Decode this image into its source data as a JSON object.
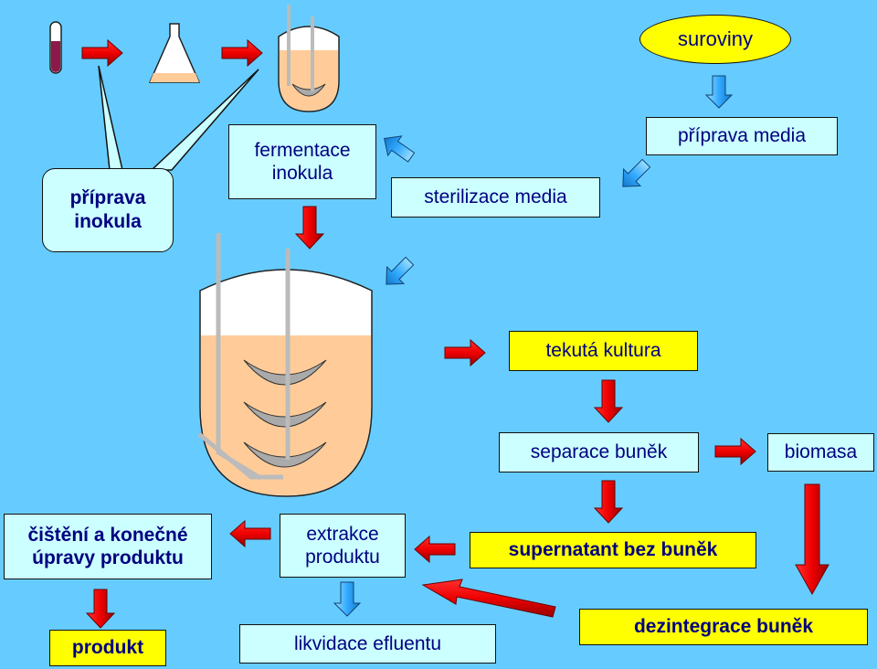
{
  "nodes": {
    "suroviny": "suroviny",
    "priprava_media": "příprava media",
    "sterilizace_media": "sterilizace media",
    "fermentace_inokula_1": "fermentace",
    "fermentace_inokula_2": "inokula",
    "priprava_inokula_1": "příprava",
    "priprava_inokula_2": "inokula",
    "tekuta_kultura": "tekutá kultura",
    "separace_bunek": "separace buněk",
    "biomasa": "biomasa",
    "supernatant": "supernatant bez buněk",
    "extrakce_1": "extrakce",
    "extrakce_2": "produktu",
    "cisteni_1": "čištění a konečné",
    "cisteni_2": "úpravy produktu",
    "produkt": "produkt",
    "likvidace": "likvidace efluentu",
    "dezintegrace": "dezintegrace buněk"
  },
  "colors": {
    "background": "#66ccff",
    "light_box": "#ccffff",
    "yellow_box": "#ffff00",
    "text": "#000080",
    "red_arrow": "#ff0000",
    "blue_arrow": "#33aaff",
    "broth": "#ffcc99",
    "culture_tube": "#8b1a4a"
  }
}
